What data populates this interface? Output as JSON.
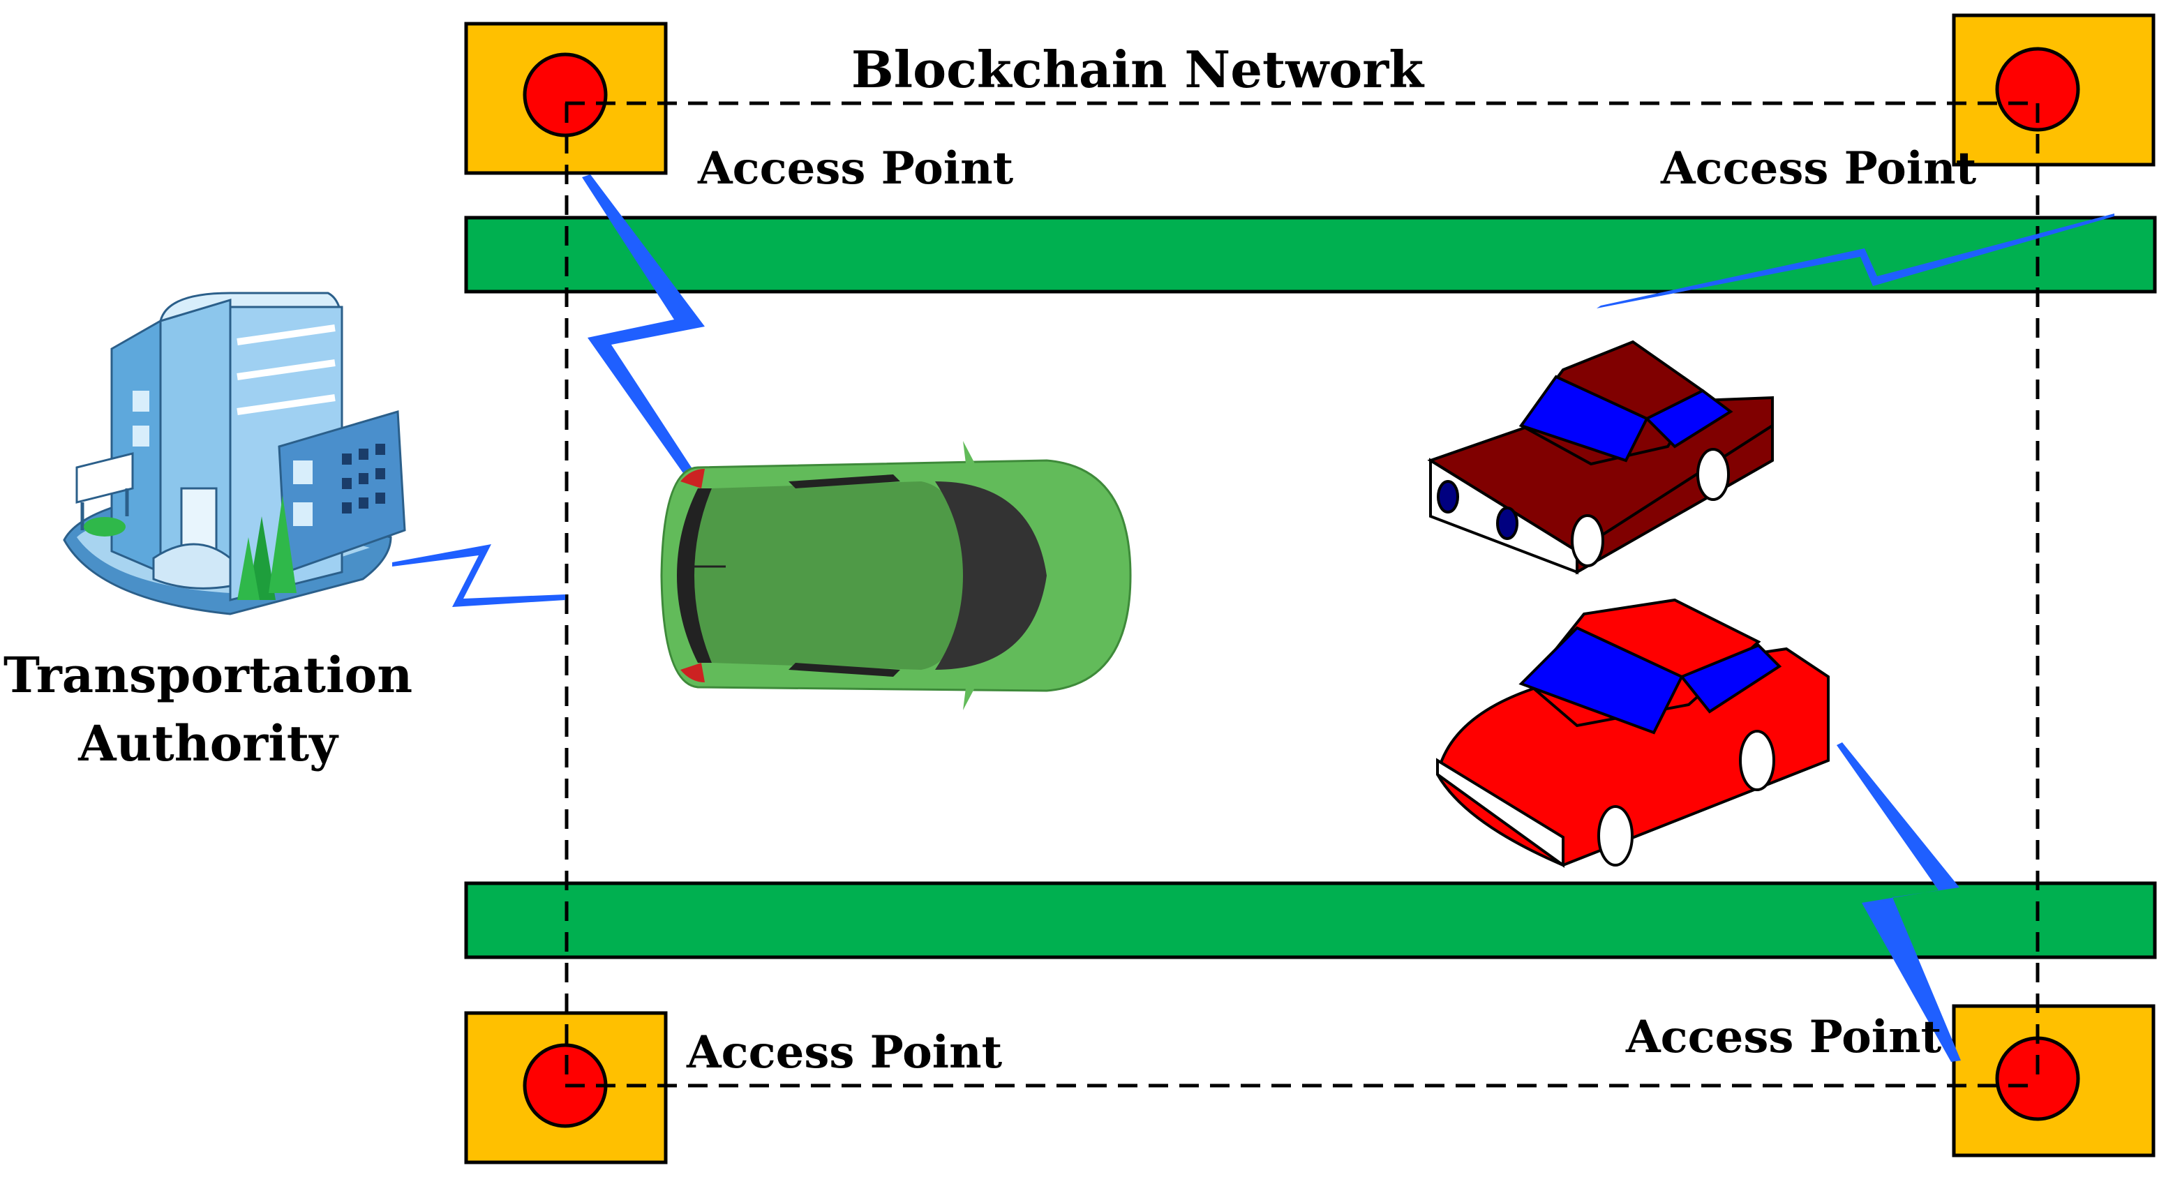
{
  "title": "Blockchain Network",
  "authority_label_line1": "Transportation",
  "authority_label_line2": "Authority",
  "access_points": [
    {
      "label": "Access Point"
    },
    {
      "label": "Access Point"
    },
    {
      "label": "Access Point"
    },
    {
      "label": "Access Point"
    }
  ],
  "colors": {
    "road": "#00b050",
    "access_point_box": "#ffc000",
    "access_point_node": "#ff0000",
    "wireless_link": "#1f5fff",
    "green_car": "#5cb85c",
    "maroon_car": "#800000",
    "red_car": "#ff0000",
    "windshield": "#0000ff"
  },
  "icons": [
    "building-icon",
    "green-car-icon",
    "maroon-car-icon",
    "red-car-icon",
    "lightning-link-icon"
  ]
}
